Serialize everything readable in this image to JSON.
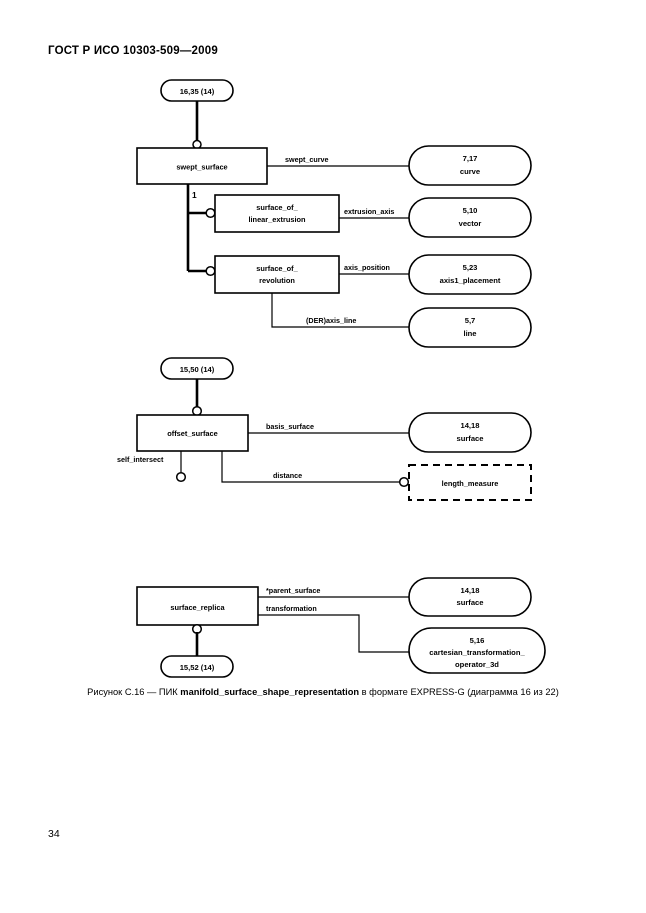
{
  "document": {
    "header": "ГОСТ Р ИСО 10303-509—2009",
    "page_number": "34"
  },
  "caption": {
    "prefix": "Рисунок С.16 — ПИК ",
    "schema": "manifold_surface_shape_representation",
    "suffix": " в формате EXPRESS-G (диаграмма 16 из 22)"
  },
  "diagram": {
    "type": "EXPRESS-G",
    "groups": [
      {
        "id": "swept-surface-group",
        "page_ref_top": "16,35 (14)",
        "supertype": "swept_surface",
        "cardinality": "1",
        "attributes": [
          {
            "name": "swept_curve",
            "target": "7,17\ncurve"
          }
        ],
        "subtypes": [
          {
            "name": "surface_of_\nlinear_extrusion",
            "line1": "surface_of_",
            "line2": "linear_extrusion",
            "attributes": [
              {
                "name": "extrusion_axis",
                "target_line1": "5,10",
                "target_line2": "vector"
              }
            ]
          },
          {
            "name": "surface_of_\nrevolution",
            "line1": "surface_of_",
            "line2": "revolution",
            "attributes": [
              {
                "name": "axis_position",
                "target_line1": "5,23",
                "target_line2": "axis1_placement"
              },
              {
                "name": "(DER)axis_line",
                "target_line1": "5,7",
                "target_line2": "line"
              }
            ]
          }
        ],
        "targets": [
          {
            "line1": "7,17",
            "line2": "curve"
          },
          {
            "line1": "5,10",
            "line2": "vector"
          },
          {
            "line1": "5,23",
            "line2": "axis1_placement"
          },
          {
            "line1": "5,7",
            "line2": "line"
          }
        ]
      },
      {
        "id": "offset-surface-group",
        "page_ref_top": "15,50 (14)",
        "entity": "offset_surface",
        "attributes": [
          {
            "name": "basis_surface",
            "target_line1": "14,18",
            "target_line2": "surface"
          },
          {
            "name": "self_intersect",
            "target": null
          },
          {
            "name": "distance",
            "target_select": "length_measure"
          }
        ]
      },
      {
        "id": "surface-replica-group",
        "page_ref_bottom": "15,52 (14)",
        "entity": "surface_replica",
        "attributes": [
          {
            "name": "*parent_surface",
            "target_line1": "14,18",
            "target_line2": "surface"
          },
          {
            "name": "transformation",
            "target_line1": "5,16",
            "target_line2": "cartesian_transformation_",
            "target_line3": "operator_3d"
          }
        ]
      }
    ]
  },
  "labels": {
    "ref_16_35": "16,35 (14)",
    "ref_15_50": "15,50 (14)",
    "ref_15_52": "15,52 (14)",
    "swept_surface": "swept_surface",
    "swept_curve": "swept_curve",
    "curve_num": "7,17",
    "curve_name": "curve",
    "card_one": "1",
    "sol_line1": "surface_of_",
    "sol_line2": "linear_extrusion",
    "extrusion_axis": "extrusion_axis",
    "vector_num": "5,10",
    "vector_name": "vector",
    "sor_line1": "surface_of_",
    "sor_line2": "revolution",
    "axis_position": "axis_position",
    "axis1_num": "5,23",
    "axis1_name": "axis1_placement",
    "der_axis_line": "(DER)axis_line",
    "line_num": "5,7",
    "line_name": "line",
    "offset_surface": "offset_surface",
    "basis_surface": "basis_surface",
    "surface_num": "14,18",
    "surface_name": "surface",
    "self_intersect": "self_intersect",
    "distance": "distance",
    "length_measure": "length_measure",
    "surface_replica": "surface_replica",
    "parent_surface": "*parent_surface",
    "transformation": "transformation",
    "surface2_num": "14,18",
    "surface2_name": "surface",
    "ctop_num": "5,16",
    "ctop_name1": "cartesian_transformation_",
    "ctop_name2": "operator_3d"
  }
}
